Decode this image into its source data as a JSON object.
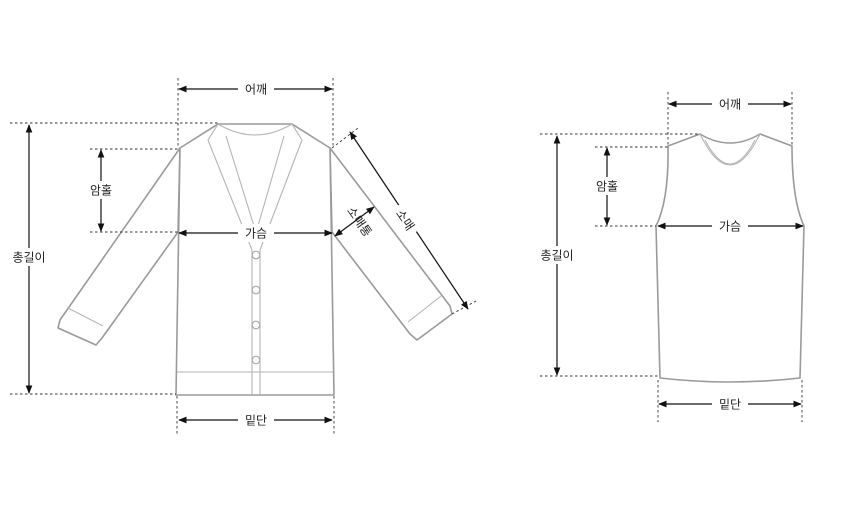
{
  "cardigan": {
    "shoulder": "어깨",
    "armhole": "암홀",
    "total_length": "총길이",
    "chest": "가슴",
    "sleeve_width": "소매통",
    "sleeve_length": "소매",
    "hem": "밑단"
  },
  "vest": {
    "shoulder": "어깨",
    "armhole": "암홀",
    "total_length": "총길이",
    "chest": "가슴",
    "hem": "밑단"
  }
}
